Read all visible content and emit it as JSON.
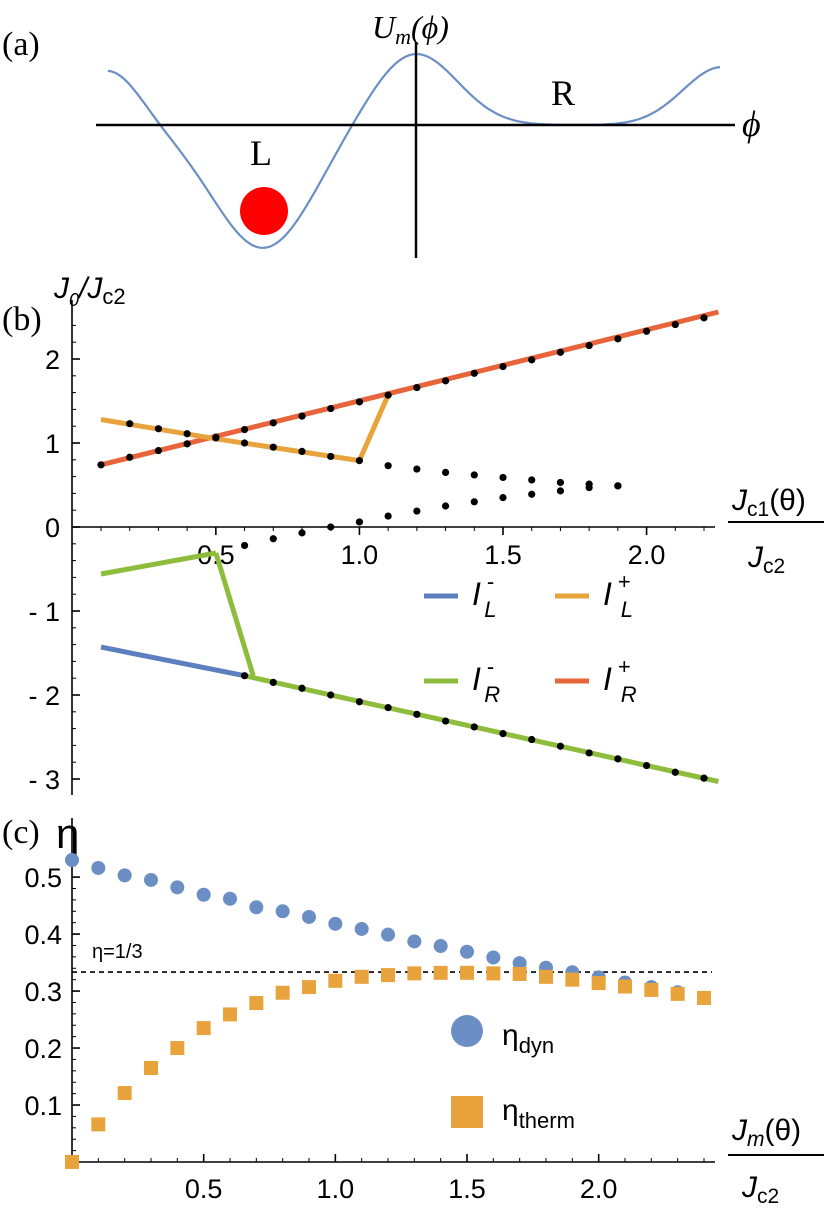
{
  "panel_labels": {
    "a": "(a)",
    "b": "(b)",
    "c": "(c)"
  },
  "colors": {
    "potential": "#6b8fc4",
    "ball": "#ff0000",
    "I_L_minus": "#5b7fbf",
    "I_L_plus": "#e8a33d",
    "I_R_minus": "#8ebd3d",
    "I_R_plus": "#e8643a",
    "eta_dyn": "#6b8fc4",
    "eta_therm": "#e8a33d"
  },
  "chart_data": [
    {
      "panel": "a",
      "type": "line",
      "ylabel_base": "U",
      "ylabel_sub": "m",
      "ylabel_arg": "(ϕ)",
      "xlabel": "ϕ",
      "annotations": [
        "L",
        "R"
      ],
      "description_series": "double-well potential curve with particle in left well",
      "series": [
        {
          "values_note": "illustrative curve"
        }
      ]
    },
    {
      "panel": "b",
      "type": "line",
      "ylabel_num": "J",
      "ylabel_num_sub": "0",
      "ylabel_den": "J",
      "ylabel_den_sub": "c2",
      "xlabel_num": "J",
      "xlabel_num_sub": "c1",
      "xlabel_num_arg": "(θ)",
      "xlabel_den": "J",
      "xlabel_den_sub": "c2",
      "xlim": [
        0.05,
        2.25
      ],
      "ylim": [
        -3.1,
        2.7
      ],
      "xticks": [
        0.5,
        1.0,
        1.5,
        2.0
      ],
      "xtick_labels": [
        "0.5",
        "1.0",
        "1.5",
        "2.0"
      ],
      "yticks": [
        2,
        1,
        0,
        -1,
        -2,
        -3
      ],
      "ytick_labels": [
        "2",
        "1",
        "0",
        "- 1",
        "- 2",
        "- 3"
      ],
      "legend": [
        {
          "key": "I_L_minus",
          "sym": "I",
          "sub": "L",
          "sup": "-"
        },
        {
          "key": "I_L_plus",
          "sym": "I",
          "sub": "L",
          "sup": "+"
        },
        {
          "key": "I_R_minus",
          "sym": "I",
          "sub": "R",
          "sup": "-"
        },
        {
          "key": "I_R_plus",
          "sym": "I",
          "sub": "R",
          "sup": "+"
        }
      ],
      "series": [
        {
          "key": "I_R_plus",
          "x": [
            0.1,
            2.25
          ],
          "y": [
            0.74,
            2.56
          ]
        },
        {
          "key": "I_L_plus",
          "x": [
            0.1,
            0.5,
            1.0,
            1.1
          ],
          "y": [
            1.28,
            1.05,
            0.79,
            1.57
          ]
        },
        {
          "key": "I_L_minus",
          "x": [
            0.1,
            0.6
          ],
          "y": [
            -1.43,
            -1.77
          ]
        },
        {
          "key": "I_R_minus",
          "x": [
            0.1,
            0.5,
            0.6,
            2.25,
            0.6,
            0.5
          ],
          "y": [
            -0.56,
            -0.31,
            -1.77,
            -3.03,
            -1.77,
            -0.31
          ],
          "segments": [
            [
              0.1,
              -0.56,
              0.5,
              -0.31
            ],
            [
              0.5,
              -0.31,
              0.63,
              -1.77
            ],
            [
              0.6,
              -1.77,
              2.25,
              -3.03
            ]
          ]
        }
      ],
      "dots": [
        {
          "x": [
            0.1,
            0.2,
            0.3,
            0.4,
            0.5,
            0.6,
            0.7,
            0.8,
            0.9,
            1.0,
            1.1,
            1.2,
            1.3,
            1.4,
            1.5,
            1.6,
            1.7,
            1.8,
            1.9,
            2.0,
            2.1,
            2.2
          ],
          "y": [
            0.74,
            0.83,
            0.91,
            0.99,
            1.07,
            1.16,
            1.24,
            1.32,
            1.41,
            1.49,
            1.57,
            1.66,
            1.74,
            1.83,
            1.91,
            1.99,
            2.08,
            2.16,
            2.24,
            2.33,
            2.41,
            2.49
          ]
        },
        {
          "x": [
            0.2,
            0.3,
            0.4,
            0.5,
            0.6,
            0.7,
            0.8,
            0.9,
            1.0,
            1.1,
            1.2,
            1.3,
            1.4,
            1.5,
            1.6,
            1.7,
            1.8,
            1.9
          ],
          "y": [
            1.23,
            1.17,
            1.11,
            1.06,
            1.0,
            0.95,
            0.9,
            0.84,
            0.79,
            0.73,
            0.69,
            0.65,
            0.62,
            0.59,
            0.56,
            0.53,
            0.51,
            0.49
          ]
        },
        {
          "x": [
            0.6,
            0.7,
            0.8,
            0.9,
            1.0,
            1.1,
            1.2,
            1.3,
            1.4,
            1.5,
            1.6,
            1.7,
            1.8,
            1.9
          ],
          "y": [
            -0.22,
            -0.14,
            -0.07,
            0.0,
            0.06,
            0.13,
            0.19,
            0.25,
            0.3,
            0.35,
            0.39,
            0.43,
            0.47,
            0.49
          ]
        },
        {
          "x": [
            0.6,
            0.7,
            0.8,
            0.9,
            1.0,
            1.1,
            1.2,
            1.3,
            1.4,
            1.5,
            1.6,
            1.7,
            1.8,
            1.9,
            2.0,
            2.1,
            2.2
          ],
          "y": [
            -1.77,
            -1.85,
            -1.92,
            -2.0,
            -2.08,
            -2.15,
            -2.23,
            -2.31,
            -2.38,
            -2.46,
            -2.53,
            -2.61,
            -2.69,
            -2.76,
            -2.84,
            -2.92,
            -2.99
          ]
        }
      ]
    },
    {
      "panel": "c",
      "type": "scatter",
      "ylabel": "η",
      "xlabel_num": "J",
      "xlabel_num_sub": "m",
      "xlabel_num_arg": "(θ)",
      "xlabel_den": "J",
      "xlabel_den_sub": "c2",
      "xlim": [
        0.0,
        2.45
      ],
      "ylim": [
        0.0,
        0.55
      ],
      "xticks": [
        0.5,
        1.0,
        1.5,
        2.0
      ],
      "xtick_labels": [
        "0.5",
        "1.0",
        "1.5",
        "2.0"
      ],
      "yticks": [
        0.1,
        0.2,
        0.3,
        0.4,
        0.5
      ],
      "ytick_labels": [
        "0.1",
        "0.2",
        "0.3",
        "0.4",
        "0.5"
      ],
      "hline": {
        "y": 0.3333,
        "label": "η=1/3"
      },
      "legend": [
        {
          "key": "eta_dyn",
          "base": "η",
          "sub": "dyn"
        },
        {
          "key": "eta_therm",
          "base": "η",
          "sub": "therm"
        }
      ],
      "series": [
        {
          "key": "eta_dyn",
          "x": [
            0.0,
            0.1,
            0.2,
            0.3,
            0.4,
            0.5,
            0.6,
            0.7,
            0.8,
            0.9,
            1.0,
            1.1,
            1.2,
            1.3,
            1.4,
            1.5,
            1.6,
            1.7,
            1.8,
            1.9,
            2.0,
            2.1,
            2.2,
            2.3
          ],
          "y": [
            0.53,
            0.516,
            0.503,
            0.495,
            0.482,
            0.469,
            0.462,
            0.447,
            0.44,
            0.43,
            0.418,
            0.409,
            0.399,
            0.387,
            0.379,
            0.369,
            0.359,
            0.349,
            0.341,
            0.333,
            0.324,
            0.315,
            0.307,
            0.298
          ]
        },
        {
          "key": "eta_therm",
          "x": [
            0.0,
            0.1,
            0.2,
            0.3,
            0.4,
            0.5,
            0.6,
            0.7,
            0.8,
            0.9,
            1.0,
            1.1,
            1.2,
            1.3,
            1.4,
            1.5,
            1.6,
            1.7,
            1.8,
            1.9,
            2.0,
            2.1,
            2.2,
            2.3,
            2.4
          ],
          "y": [
            0.0,
            0.066,
            0.121,
            0.165,
            0.2,
            0.235,
            0.259,
            0.279,
            0.297,
            0.307,
            0.318,
            0.325,
            0.328,
            0.331,
            0.332,
            0.332,
            0.331,
            0.33,
            0.325,
            0.32,
            0.314,
            0.308,
            0.302,
            0.295,
            0.288
          ]
        }
      ]
    }
  ]
}
